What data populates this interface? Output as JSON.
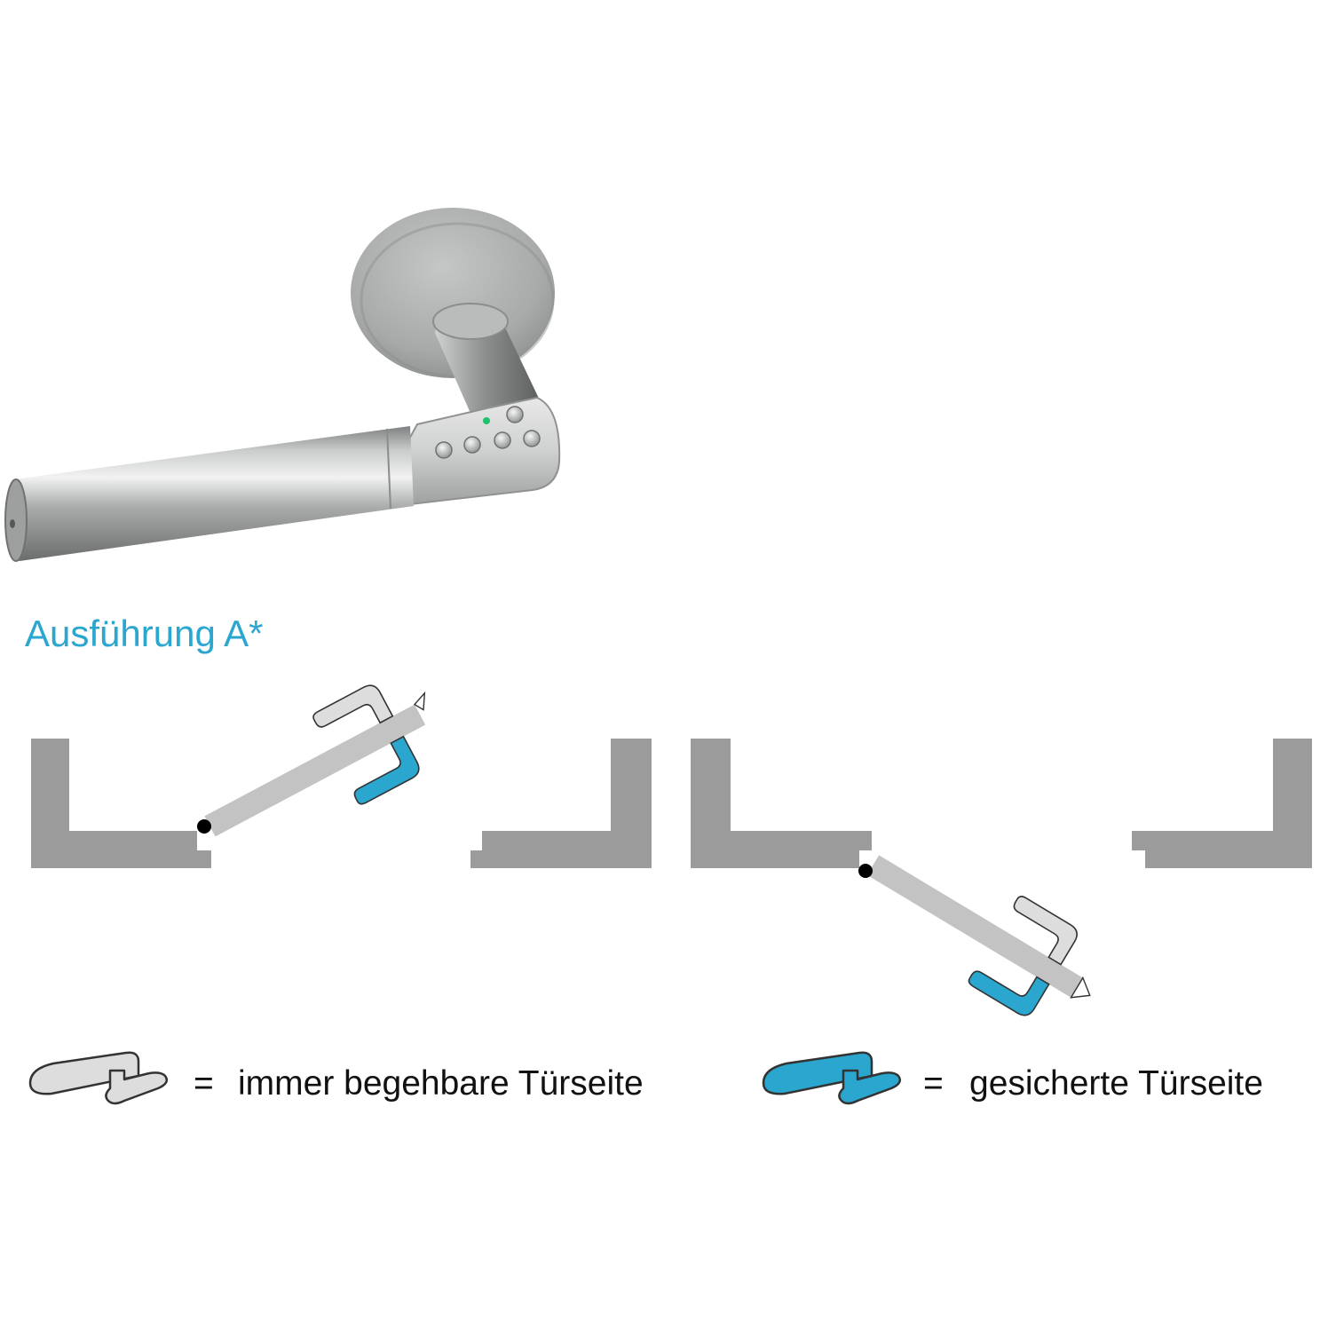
{
  "section_title": "Ausführung A*",
  "legend": {
    "gray_item": {
      "equals": "=",
      "label": "immer begehbare Türseite",
      "color": "#dddddd"
    },
    "blue_item": {
      "equals": "=",
      "label": "gesicherte Türseite",
      "color": "#2aa6cf"
    }
  },
  "colors": {
    "accent": "#2aa6cf",
    "wall": "#9b9b9b",
    "door_leaf": "#c3c3c3",
    "handle_gray": "#dddddd",
    "handle_blue": "#2aa6cf"
  },
  "icons": {
    "product": "door-handle-keypad-image",
    "gray_handle": "gray-handle-icon",
    "blue_handle": "blue-handle-icon"
  }
}
